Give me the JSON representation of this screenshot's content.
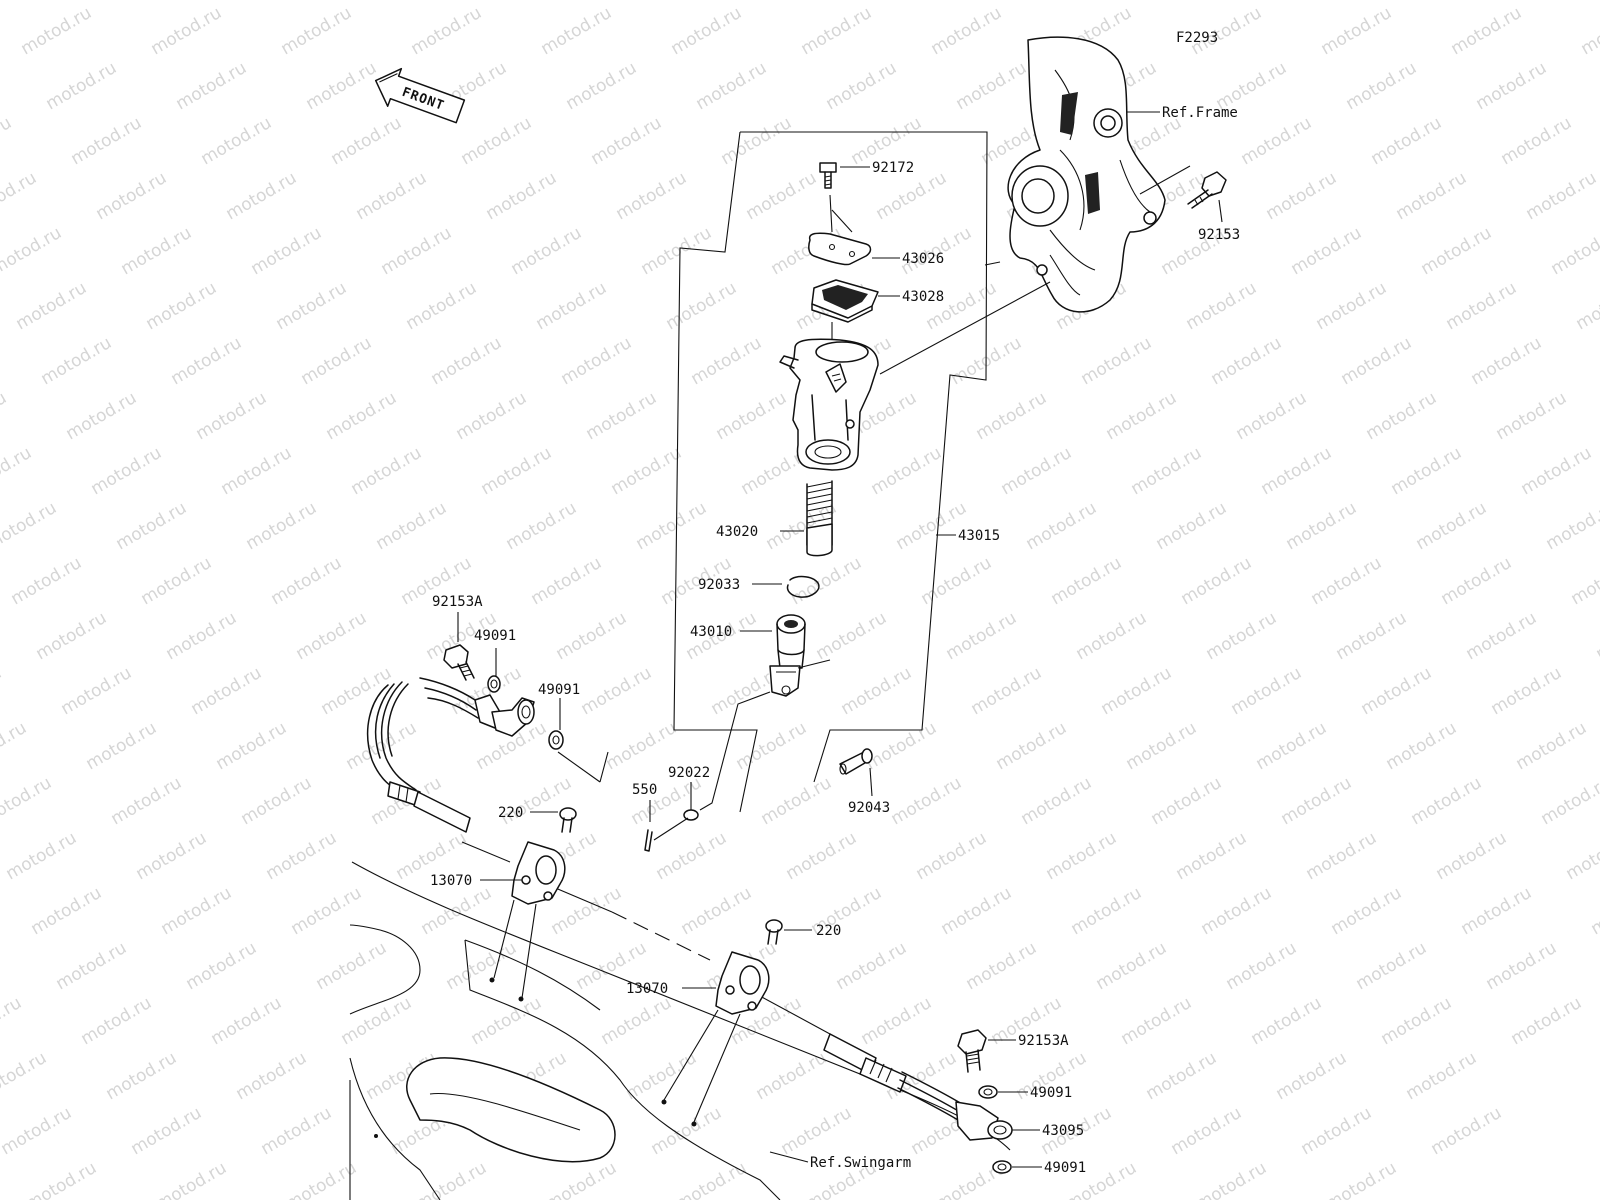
{
  "figure_code": "F2293",
  "front_label": "FRONT",
  "watermark": "motod.ru",
  "callouts": {
    "ref_frame": "Ref.Frame",
    "ref_swingarm": "Ref.Swingarm",
    "p92172": "92172",
    "p43026": "43026",
    "p43028": "43028",
    "p92153": "92153",
    "p43015": "43015",
    "p43020": "43020",
    "p92033": "92033",
    "p43010": "43010",
    "p92153A_top": "92153A",
    "p49091_a": "49091",
    "p49091_b": "49091",
    "p92022": "92022",
    "p550": "550",
    "p92043": "92043",
    "p220_a": "220",
    "p13070_a": "13070",
    "p220_b": "220",
    "p13070_b": "13070",
    "p92153A_bottom": "92153A",
    "p49091_c": "49091",
    "p43095": "43095",
    "p49091_d": "49091"
  }
}
